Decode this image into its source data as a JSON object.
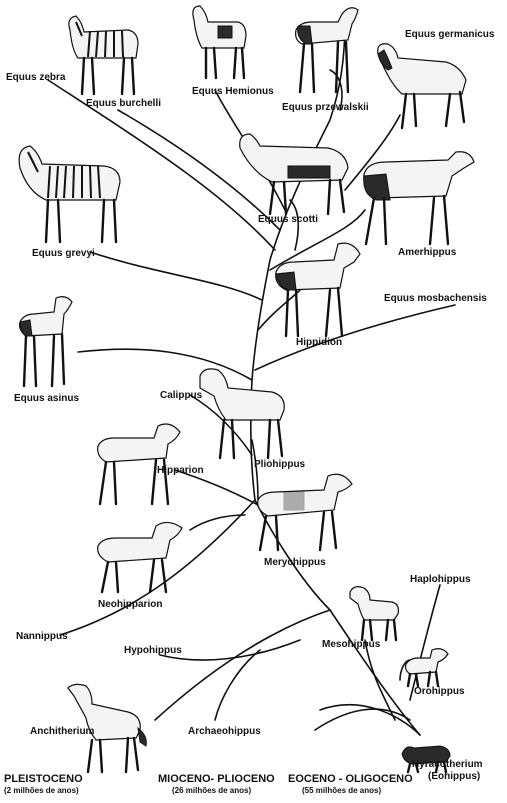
{
  "species": {
    "equus_zebra": "Equus zebra",
    "equus_burchelli": "Equus burchelli",
    "equus_hemionus": "Equus Hemionus",
    "equus_przewalskii": "Equus przewalskii",
    "equus_germanicus": "Equus germanicus",
    "equus_scotti": "Equus scotti",
    "amerhippus": "Amerhippus",
    "equus_grevyi": "Equus grevyi",
    "equus_mosbachensis": "Equus mosbachensis",
    "hippidion": "Hippidion",
    "equus_asinus": "Equus asinus",
    "calippus": "Calippus",
    "pliohippus": "Pliohippus",
    "hipparion": "Hipparion",
    "merychippus": "Merychippus",
    "neohipparion": "Neohipparion",
    "haplohippus": "Haplohippus",
    "nannippus": "Nannippus",
    "mesohippus": "Mesohippus",
    "hypohippus": "Hypohippus",
    "orohippus": "Orohippus",
    "anchitherium": "Anchitherium",
    "archaeohippus": "Archaeohippus",
    "hyracotherium": "Hyracotherium",
    "eohippus": "(Eohippus)"
  },
  "eras": [
    {
      "name": "PLEISTOCENO",
      "age": "(2 milhões de anos)"
    },
    {
      "name": "MIOCENO- PLIOCENO",
      "age": "(26 milhões de anos)"
    },
    {
      "name": "EOCENO - OLIGOCENO",
      "age": "(55 milhões de anos)"
    }
  ]
}
